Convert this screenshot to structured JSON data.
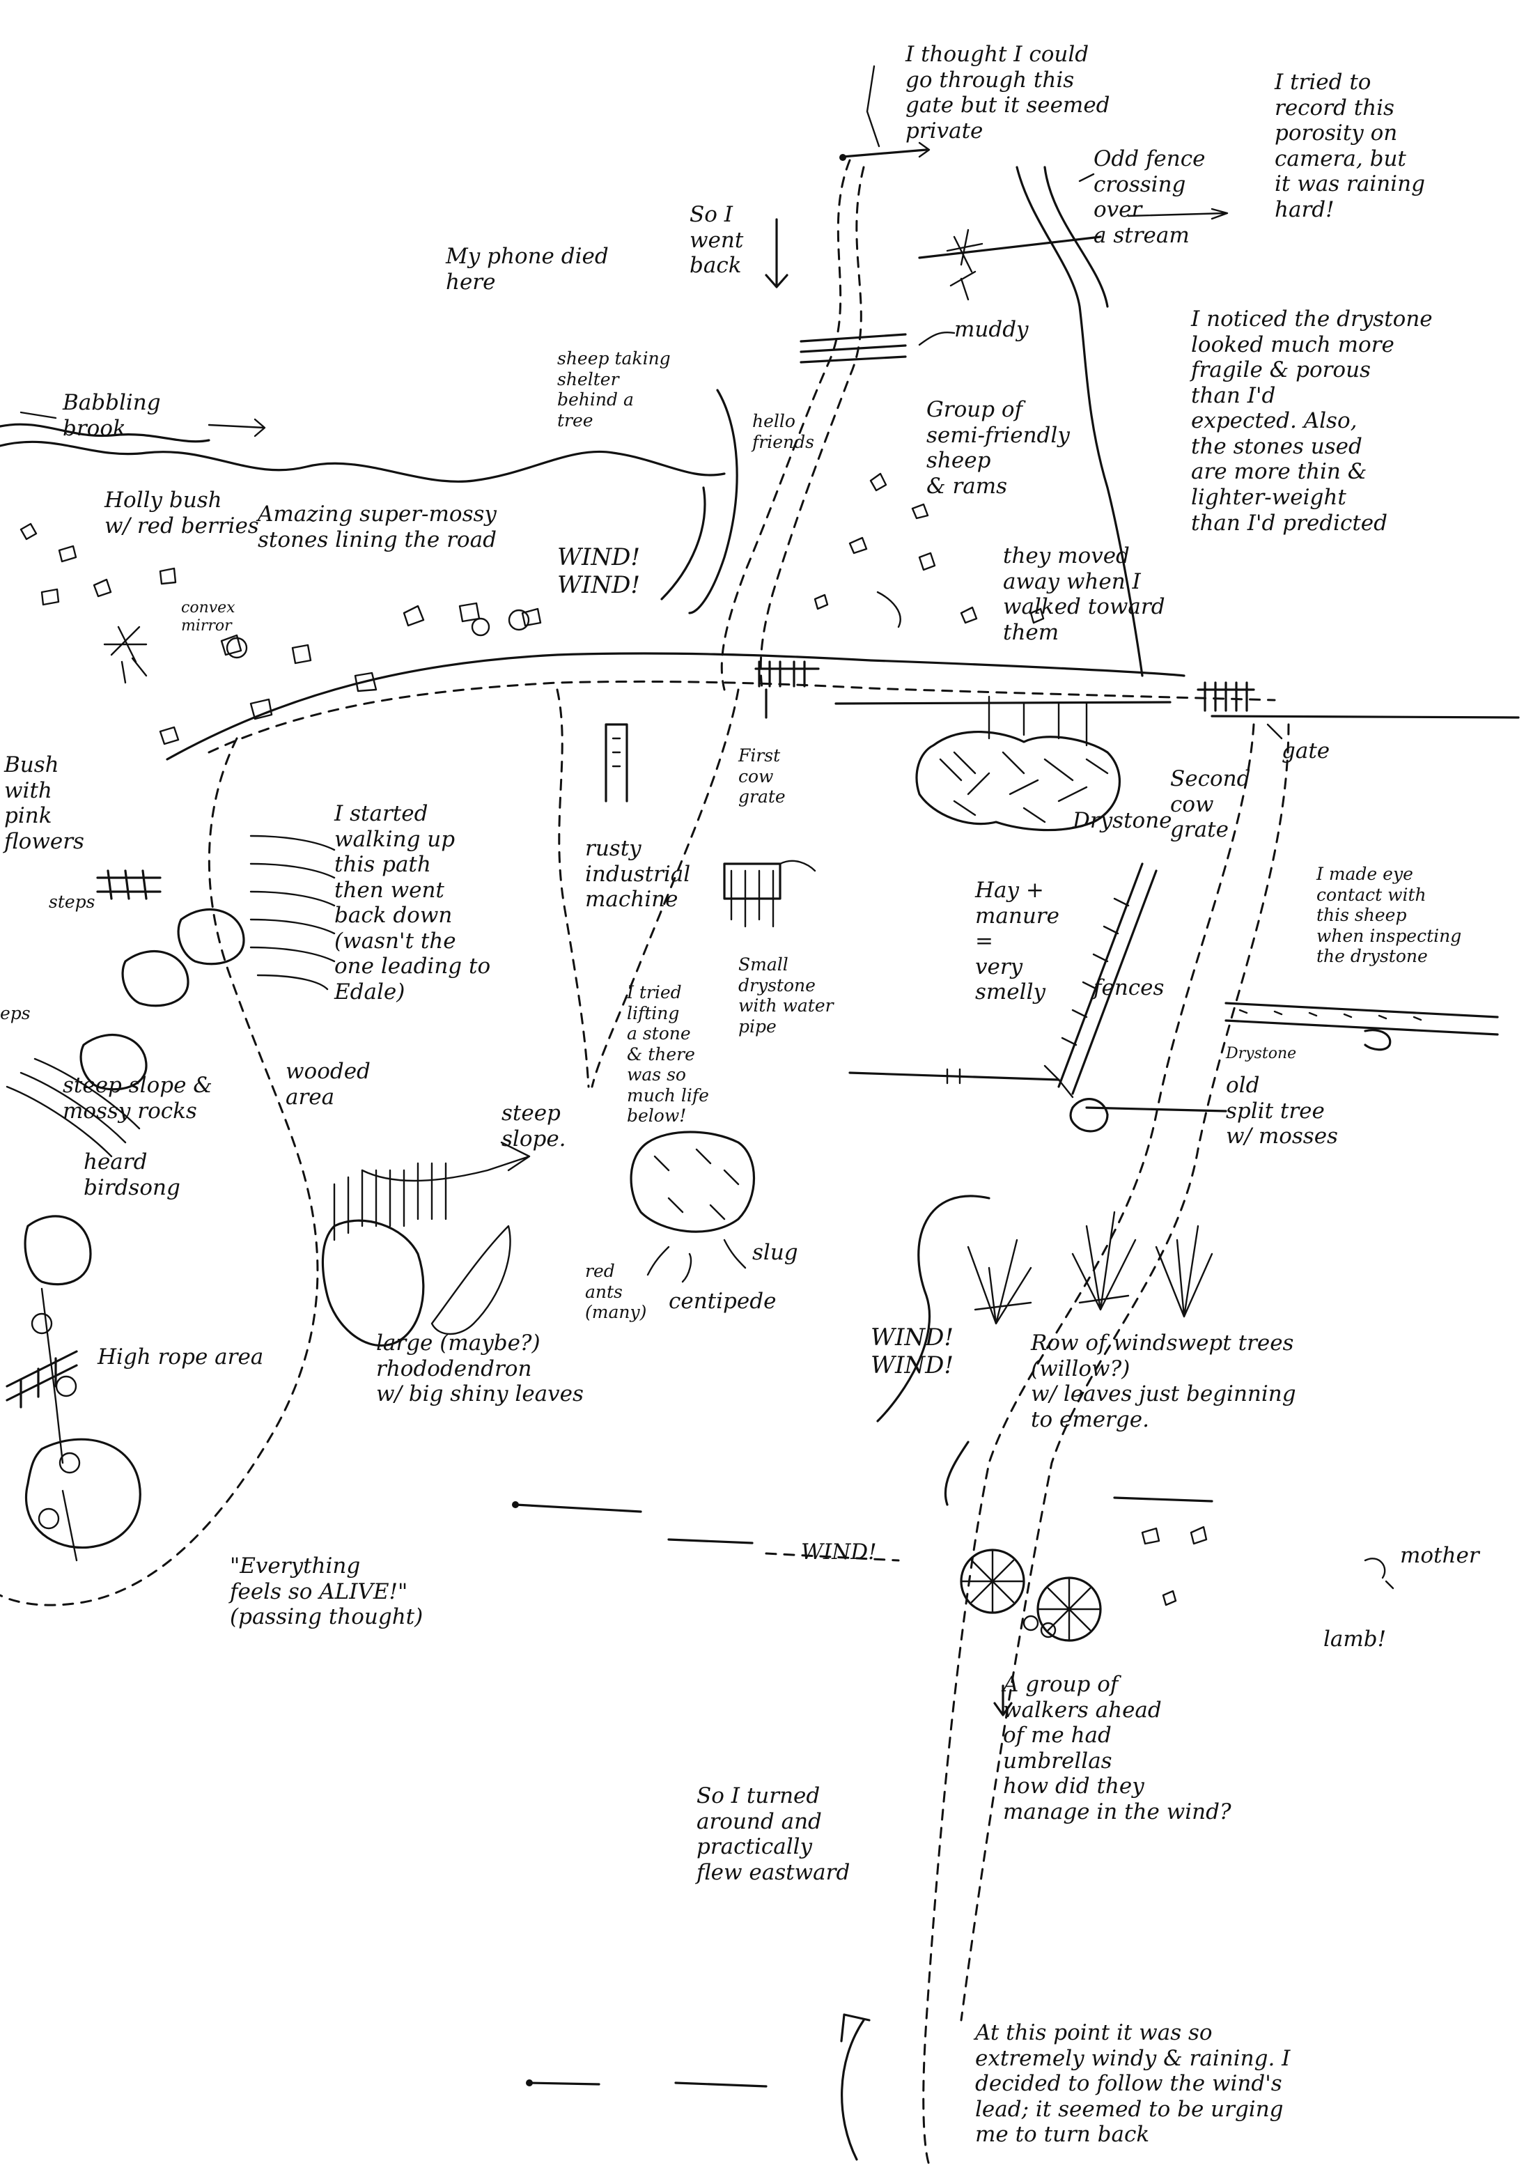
{
  "notes": {
    "gate_private": "I thought I could\ngo through this\ngate but it seemed\nprivate",
    "went_back": "So I\nwent\nback",
    "odd_fence": "Odd fence\ncrossing\nover\na stream",
    "camera": "I tried to\nrecord this\nporosity on\ncamera, but\nit was raining\nhard!",
    "phone_died": "My phone died\nhere",
    "muddy": "muddy",
    "babbling_brook": "Babbling\nbrook",
    "sheep_shelter": "sheep taking\nshelter\nbehind a\ntree",
    "hello_friends": "hello\nfriends",
    "semi_friendly_sheep": "Group of\nsemi-friendly\nsheep\n& rams",
    "they_moved": "they moved\naway when I\nwalked toward\nthem",
    "drystone_fragile": "I noticed the drystone\nlooked much more\nfragile & porous\nthan I'd\nexpected. Also,\nthe stones used\nare more thin &\nlighter-weight\nthan I'd predicted",
    "holly_bush": "Holly bush\nw/ red berries",
    "mossy_stones": "Amazing super-mossy\nstones lining the road",
    "convex_mirror": "convex\nmirror",
    "wind_1": "WIND!\nWIND!",
    "bush_pink": "Bush\nwith\npink\nflowers",
    "steps": "steps",
    "steps_left": "eps",
    "walked_path": "I started\nwalking up\nthis path\nthen went\nback down\n(wasn't the\none leading to\nEdale)",
    "rusty_machine": "rusty\nindustrial\nmachine",
    "first_cow_grate": "First\ncow\ngrate",
    "second_cow_grate": "Second\ncow\ngrate",
    "gate": "gate",
    "drystone_label": "Drystone",
    "hay_manure": "Hay +\nmanure\n=\nvery\nsmelly",
    "fences": "fences",
    "eye_contact": "I made eye\ncontact with\nthis sheep\nwhen inspecting\nthe drystone",
    "drystone_small": "Drystone",
    "split_tree": "old\nsplit tree\nw/ mosses",
    "small_drystone_water": "Small\ndrystone\nwith water\npipe",
    "lifting_stone": "I tried\nlifting\na stone\n& there\nwas so\nmuch life\nbelow!",
    "steep_slope_rocks": "steep slope &\nmossy rocks",
    "heard_birdsong": "heard\nbirdsong",
    "wooded_area": "wooded\narea",
    "steep_slope": "steep\nslope.",
    "red_ants": "red\nants\n(many)",
    "centipede": "centipede",
    "slug": "slug",
    "high_rope": "High rope area",
    "rhododendron": "large (maybe?)\nrhododendron\nw/ big shiny leaves",
    "alive": "\"Everything\nfeels so ALIVE!\"\n(passing thought)",
    "wind_2": "WIND!\nWIND!",
    "trees_row": "Row of windswept trees\n(willow?)\nw/ leaves just beginning\nto emerge.",
    "wind_3": "WIND!",
    "mother": "mother",
    "lamb": "lamb!",
    "umbrellas": "A group of\nwalkers ahead\nof me had\numbrellas\nhow did they\nmanage in the wind?",
    "turned_around": "So I turned\naround and\npractically\nflew eastward",
    "final_note": "At this point it was so\nextremely windy & raining. I\ndecided to follow the wind's\nlead; it seemed to be urging\nme to turn back"
  }
}
